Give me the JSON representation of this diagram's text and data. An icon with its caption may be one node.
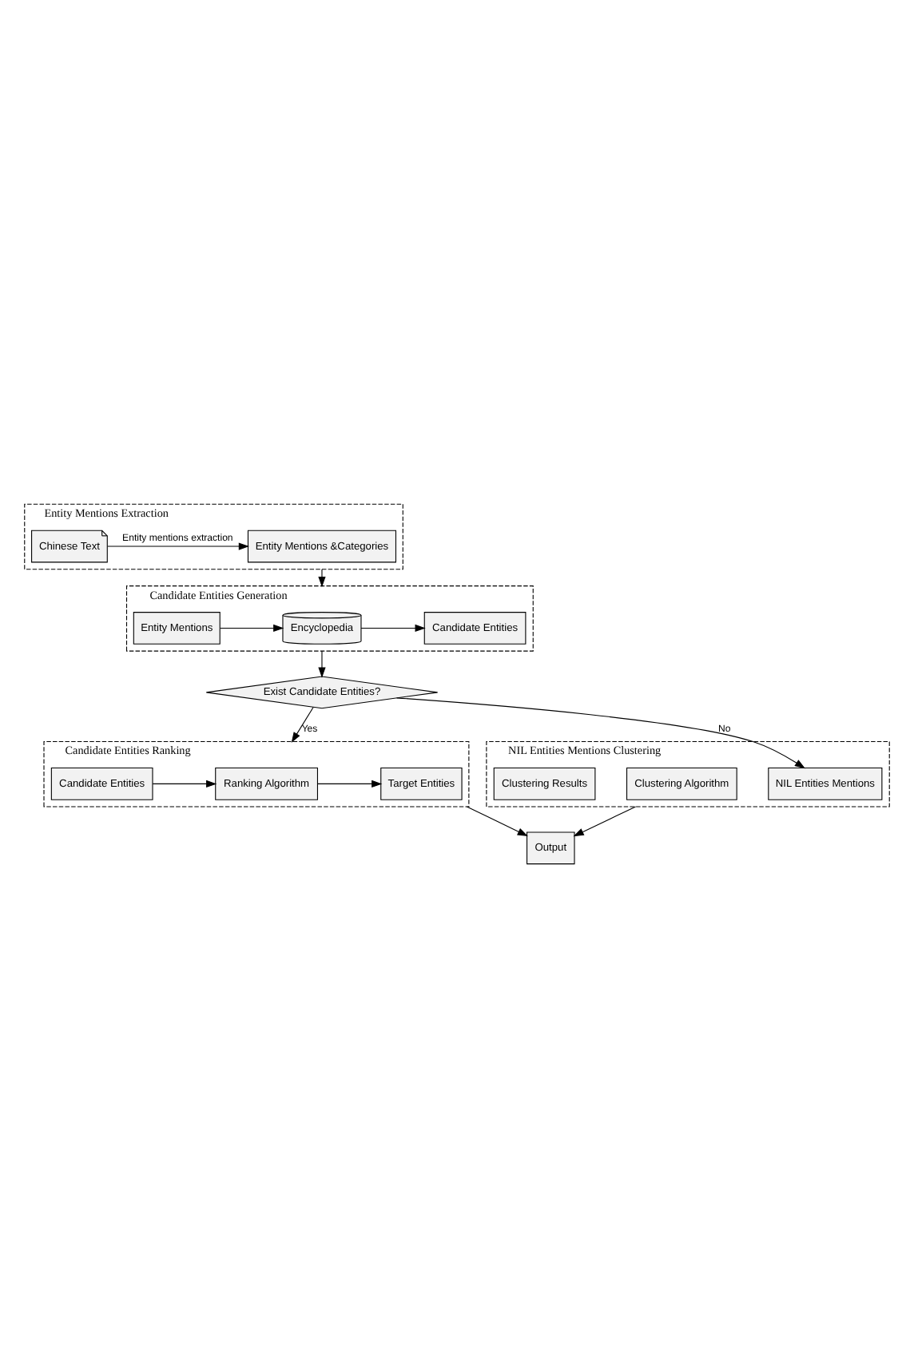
{
  "diagram": {
    "nodes": [
      {
        "text": [
          "Entity Mentions Extraction"
        ]
      },
      {
        "text": [
          "Chinese Text"
        ],
        "in": 0
      },
      {
        "text": [
          "Entity Mentions &Categories"
        ],
        "in": 0
      },
      {
        "text": [
          "Candidate Entities Generation"
        ]
      },
      {
        "text": [
          "Entity Mentions"
        ],
        "in": 3
      },
      {
        "text": [
          "Encyclopedia"
        ],
        "in": 3
      },
      {
        "text": [
          "Candidate Entities"
        ],
        "in": 3
      },
      {
        "text": [
          "Exist Candidate Entities?"
        ]
      },
      {
        "text": [
          "Candidate Entities Ranking"
        ]
      },
      {
        "text": [
          "Candidate Entities"
        ],
        "in": 8
      },
      {
        "text": [
          "Ranking Algorithm"
        ],
        "in": 8
      },
      {
        "text": [
          "Target Entities"
        ],
        "in": 8
      },
      {
        "text": [
          "NIL Entities Mentions Clustering"
        ]
      },
      {
        "text": [
          "NIL Entities Mentions"
        ],
        "in": 12
      },
      {
        "text": [
          "Clustering Algorithm"
        ],
        "in": 12
      },
      {
        "text": [
          "Clustering Results"
        ],
        "in": 12
      },
      {
        "text": [
          "Output"
        ]
      }
    ],
    "edges": [
      {
        "from": 1,
        "to": 2,
        "arrow": "to",
        "label": "Entity mentions extraction"
      },
      {
        "from": 0,
        "to": 3,
        "arrow": "to"
      },
      {
        "from": 4,
        "to": 5,
        "arrow": "to"
      },
      {
        "from": 5,
        "to": 6,
        "arrow": "to"
      },
      {
        "from": 3,
        "to": 7,
        "arrow": "to"
      },
      {
        "from": 7,
        "to": 8,
        "arrow": "to",
        "label": "Yes"
      },
      {
        "from": 7,
        "to": 13,
        "arrow": "to",
        "label": "No"
      },
      {
        "from": 9,
        "to": 10,
        "arrow": "to"
      },
      {
        "from": 10,
        "to": 11,
        "arrow": "to"
      },
      {
        "from": 8,
        "to": 16,
        "arrow": "to"
      },
      {
        "from": 12,
        "to": 16,
        "arrow": "to"
      }
    ]
  }
}
